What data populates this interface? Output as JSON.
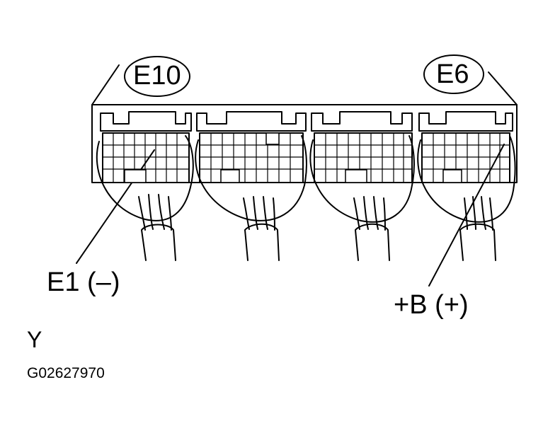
{
  "labels": {
    "connector_left": "E10",
    "connector_right": "E6",
    "terminal_ground": "E1 (–)",
    "terminal_battery": "+B (+)",
    "view_marker": "Y",
    "figure_code": "G02627970"
  },
  "colors": {
    "ink": "#000000",
    "paper": "#ffffff"
  }
}
